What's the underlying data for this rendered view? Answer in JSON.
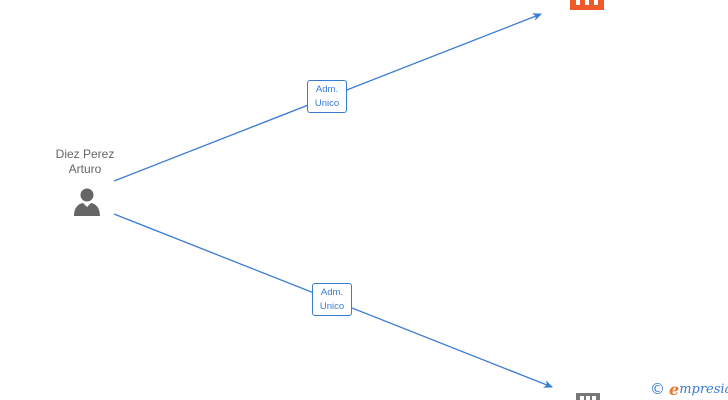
{
  "person": {
    "name_line1": "Diez Perez",
    "name_line2": "Arturo",
    "icon": "person-icon"
  },
  "edges": [
    {
      "id": "edge-top",
      "label_line1": "Adm.",
      "label_line2": "Unico"
    },
    {
      "id": "edge-bottom",
      "label_line1": "Adm.",
      "label_line2": "Unico"
    }
  ],
  "companies": [
    {
      "id": "company-top",
      "icon": "building-icon",
      "color": "#f05a28"
    },
    {
      "id": "company-bottom",
      "icon": "building-icon",
      "color": "#777777"
    }
  ],
  "watermark": {
    "symbol": "©",
    "brand_initial": "e",
    "brand_rest": "mpresia"
  },
  "colors": {
    "edge": "#3a7bd5",
    "person": "#666666"
  }
}
